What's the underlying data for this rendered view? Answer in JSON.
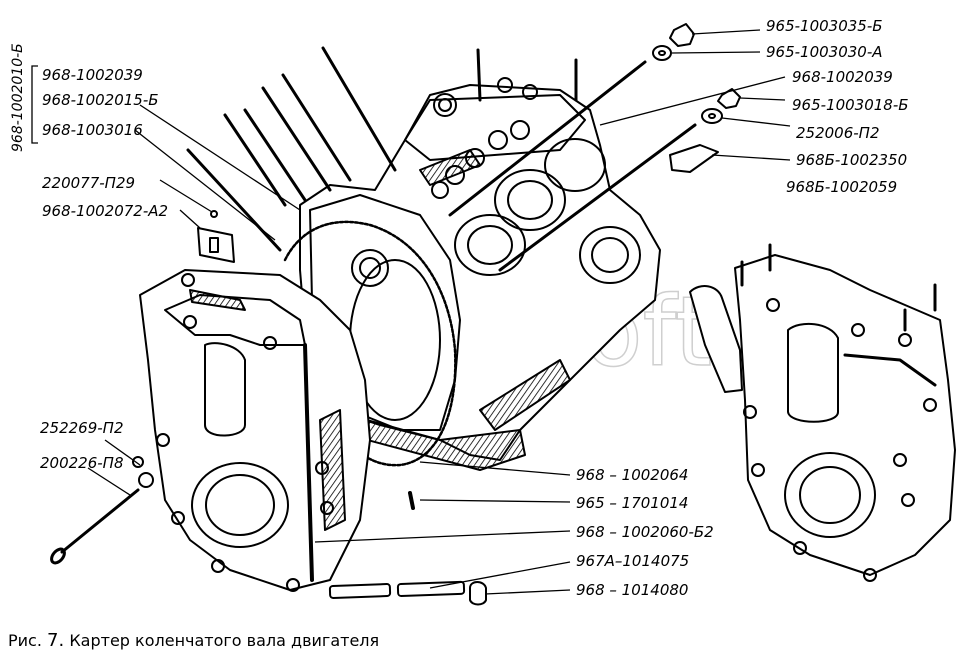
{
  "caption": {
    "prefix": "Рис.",
    "number": "7.",
    "text": "Картер коленчатого вала двигателя"
  },
  "group_label": "968-1002010-Б",
  "labels": [
    "968-1002039",
    "968-1002015-Б",
    "968-1003016",
    "220077-П29",
    "968-1002072-А2",
    "252269-П2",
    "200226-П8",
    "965-1003035-Б",
    "965-1003030-А",
    "968-1002039",
    "965-1003018-Б",
    "252006-П2",
    "968Б-1002350",
    "968Б-1002059",
    "968 – 1002064",
    "965 – 1701014",
    "968 – 1002060-Б2",
    "967А–1014075",
    "968 – 1014080"
  ],
  "watermark": "AutoSoft"
}
